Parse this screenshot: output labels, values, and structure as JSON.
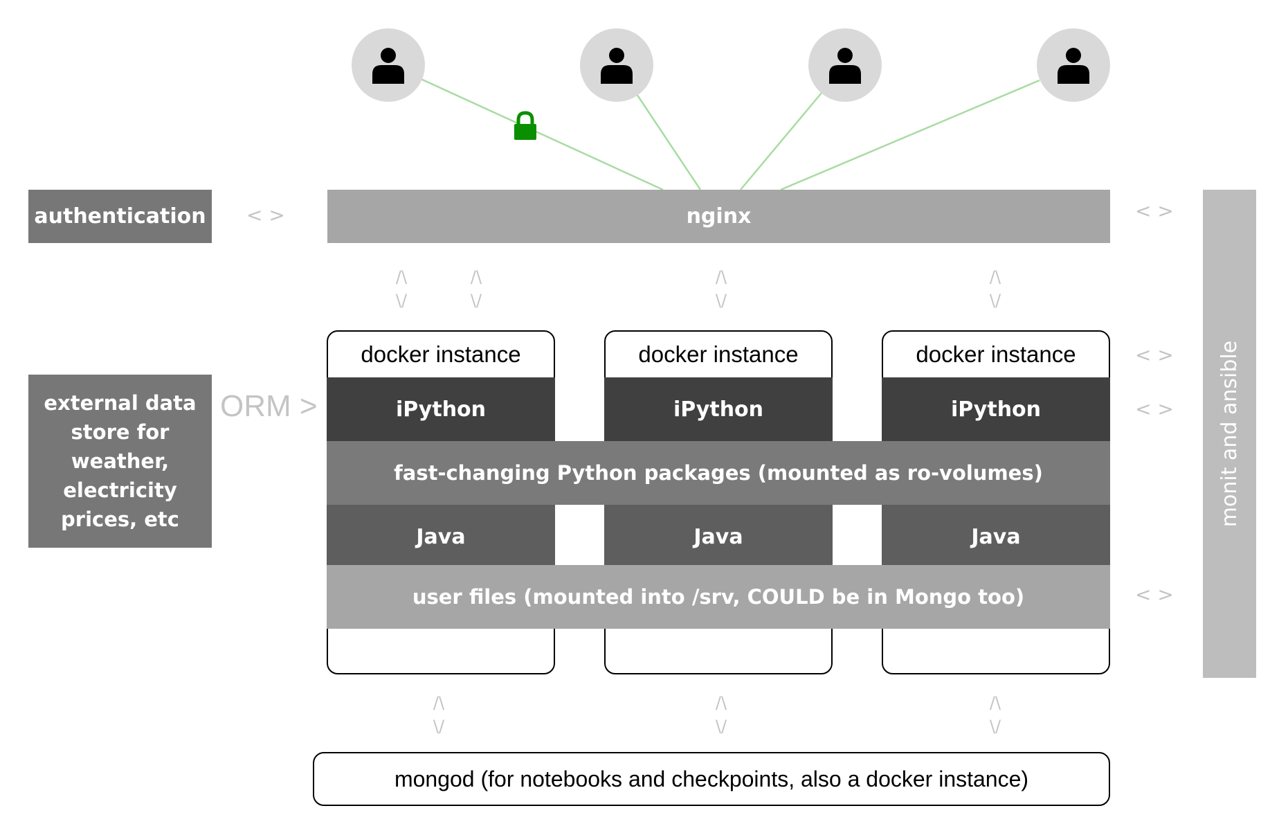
{
  "users": [
    {
      "icon": "user-icon"
    },
    {
      "icon": "user-icon"
    },
    {
      "icon": "user-icon"
    },
    {
      "icon": "user-icon"
    }
  ],
  "lock": {
    "icon": "lock-icon",
    "color": "#0a8f00"
  },
  "authentication": {
    "label": "authentication"
  },
  "nginx": {
    "label": "nginx"
  },
  "external_store": {
    "label": "external data store for weather, electricity prices, etc"
  },
  "orm": {
    "label": "ORM >"
  },
  "monit": {
    "label": "monit and ansible"
  },
  "docker_instances": [
    {
      "title": "docker instance",
      "ipython": "iPython",
      "java": "Java"
    },
    {
      "title": "docker instance",
      "ipython": "iPython",
      "java": "Java"
    },
    {
      "title": "docker instance",
      "ipython": "iPython",
      "java": "Java"
    }
  ],
  "packages": {
    "label": "fast-changing Python packages (mounted as ro-volumes)"
  },
  "user_files": {
    "label": "user files (mounted into /srv, COULD be in Mongo too)"
  },
  "mongod": {
    "label": "mongod (for notebooks and checkpoints, also a docker instance)"
  },
  "arrows": {
    "updown_up": "/\\",
    "updown_down": "\\/",
    "leftright": "< >"
  },
  "colors": {
    "user_circle": "#d9d9d9",
    "connector": "#a8dca2",
    "authentication": "#777777",
    "nginx": "#a6a6a6",
    "ipython": "#404040",
    "packages": "#7a7a7a",
    "java": "#5e5e5e",
    "user_files": "#a6a6a6",
    "monit": "#bdbdbd"
  }
}
